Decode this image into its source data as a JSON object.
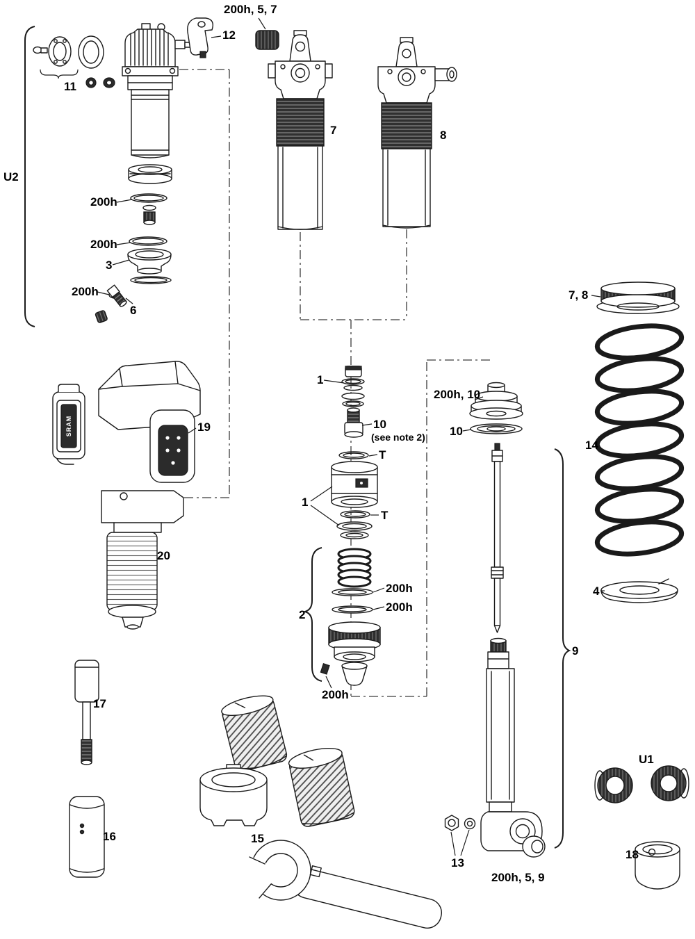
{
  "battery_text": "SRAM",
  "labels": [
    {
      "text": "200h, 5, 7"
    },
    {
      "text": "12"
    },
    {
      "text": "11"
    },
    {
      "text": "U2"
    },
    {
      "text": "7"
    },
    {
      "text": "8"
    },
    {
      "text": "200h"
    },
    {
      "text": "200h"
    },
    {
      "text": "3"
    },
    {
      "text": "200h"
    },
    {
      "text": "6"
    },
    {
      "text": "7, 8"
    },
    {
      "text": "1"
    },
    {
      "text": "200h, 10"
    },
    {
      "text": "10"
    },
    {
      "text": "(see note 2)"
    },
    {
      "text": "10"
    },
    {
      "text": "T"
    },
    {
      "text": "19"
    },
    {
      "text": "14"
    },
    {
      "text": "1"
    },
    {
      "text": "T"
    },
    {
      "text": "20"
    },
    {
      "text": "200h"
    },
    {
      "text": "200h"
    },
    {
      "text": "2"
    },
    {
      "text": "4"
    },
    {
      "text": "9"
    },
    {
      "text": "200h"
    },
    {
      "text": "17"
    },
    {
      "text": "U1"
    },
    {
      "text": "16"
    },
    {
      "text": "15"
    },
    {
      "text": "13"
    },
    {
      "text": "200h, 5, 9"
    },
    {
      "text": "18"
    }
  ]
}
